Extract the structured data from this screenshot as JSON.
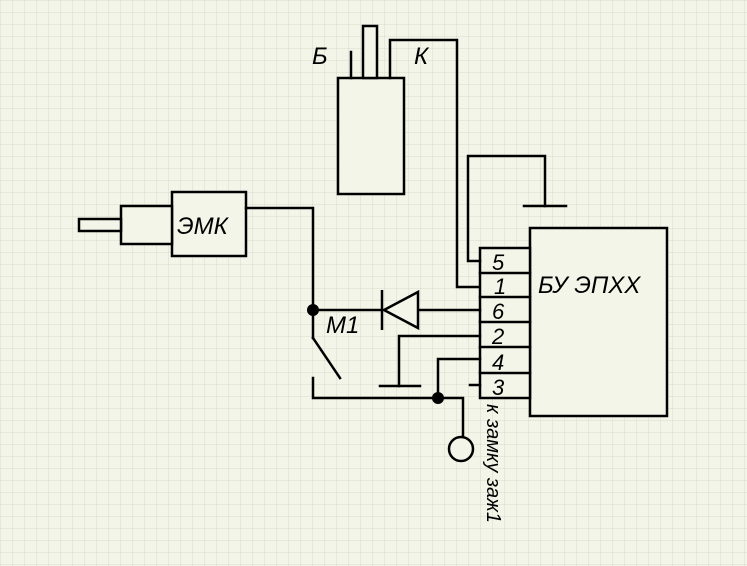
{
  "colors": {
    "background": "#f4f5e9",
    "grid": "#c4c8b6",
    "wire": "#000000"
  },
  "labels": {
    "battery_plus": "Б",
    "coil_k": "К",
    "valve": "ЭМК",
    "switch": "М1",
    "control_unit": "БУ ЭПХХ",
    "ignition_note": "к замку заж1"
  },
  "pins": [
    "5",
    "1",
    "6",
    "2",
    "4",
    "3"
  ]
}
